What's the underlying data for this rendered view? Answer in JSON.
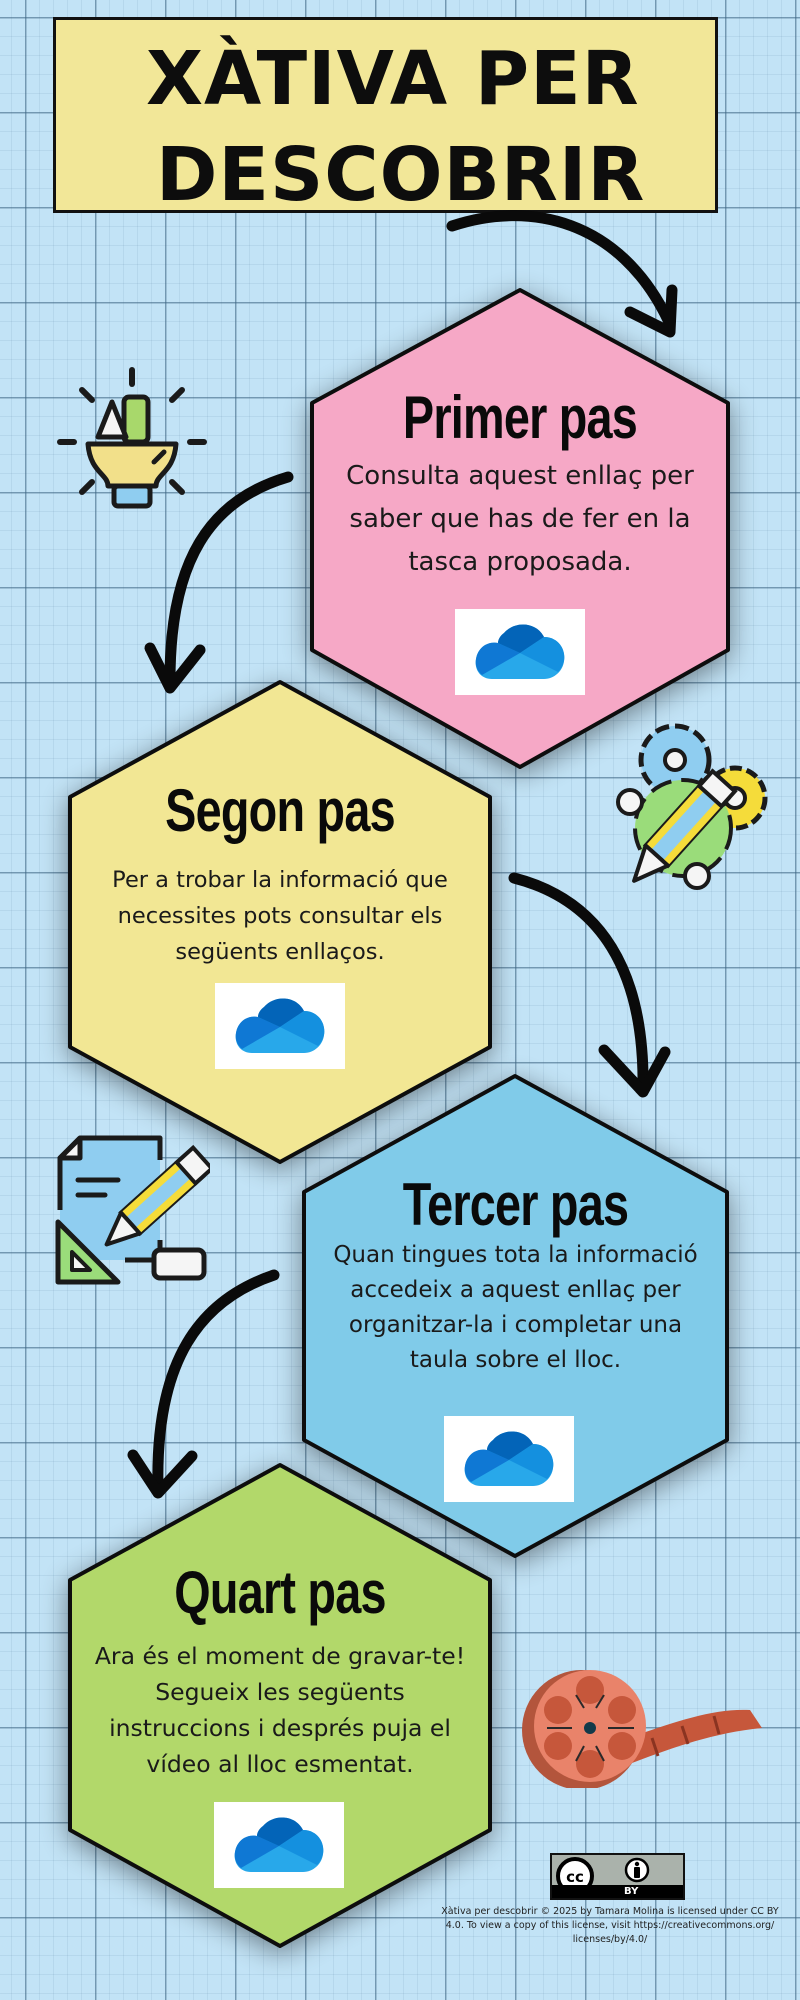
{
  "title": {
    "line1": "XÀTIVA PER",
    "line2": "DESCOBRIR"
  },
  "colors": {
    "background": "#c2e3f6",
    "title_box": "#f2e798",
    "step1": "#f6a8c6",
    "step2": "#f2e794",
    "step3": "#80cbe9",
    "step4": "#b2d86a",
    "cloud_dark": "#0364b8",
    "cloud_mid": "#0f78d4",
    "cloud_light": "#28a8ea"
  },
  "steps": [
    {
      "title": "Primer pas",
      "lines": [
        "Consulta aquest enllaç per",
        "saber que has de fer en la",
        "tasca proposada."
      ],
      "link_icon": "onedrive-cloud-icon"
    },
    {
      "title": "Segon pas",
      "lines": [
        "Per a trobar la informació que",
        "necessites pots consultar els",
        "següents enllaços."
      ],
      "link_icon": "onedrive-cloud-icon"
    },
    {
      "title": "Tercer pas",
      "lines": [
        "Quan tingues tota la informació",
        "accedeix a aquest enllaç per",
        "organitzar-la i completar una",
        "taula sobre el lloc."
      ],
      "link_icon": "onedrive-cloud-icon"
    },
    {
      "title": "Quart pas",
      "lines": [
        "Ara és el moment de gravar-te!",
        "Segueix les següents",
        "instruccions i després puja el",
        "vídeo al lloc esmentat."
      ],
      "link_icon": "onedrive-cloud-icon"
    }
  ],
  "decorations": [
    "lightbulb-ideas-icon",
    "pencil-gears-icon",
    "document-pencil-ruler-icon",
    "film-reel-icon"
  ],
  "license": {
    "badge_cc": "cc",
    "badge_by": "BY",
    "lines": [
      "Xàtiva per descobrir  © 2025 by Tamara Molina is licensed under CC BY",
      "4.0. To view a copy of this license, visit https://creativecommons.org/",
      "licenses/by/4.0/"
    ]
  }
}
